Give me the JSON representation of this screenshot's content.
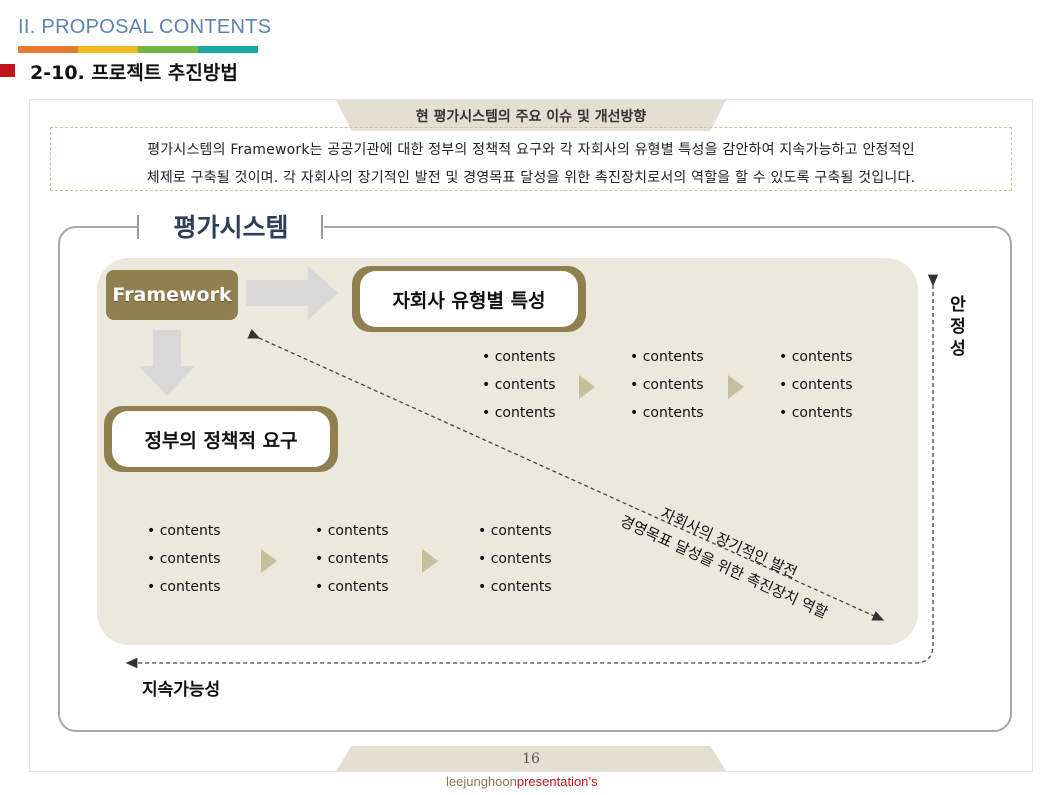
{
  "header": {
    "section_title": "II. PROPOSAL CONTENTS",
    "color_bar": [
      "#e87a2e",
      "#f3b820",
      "#74b643",
      "#1da7a3"
    ],
    "subtitle": "2-10. 프로젝트 추진방법",
    "subtitle_marker_color": "#c0161b"
  },
  "panel_tab": {
    "title": "현 평가시스템의 주요 이슈 및 개선방향"
  },
  "intro": {
    "line1": "평가시스템의 Framework는 공공기관에 대한 정부의 정책적 요구와 각 자회사의 유형별 특성을 감안하여 지속가능하고 안정적인",
    "line2": "체제로 구축될 것이며. 각 자회사의 장기적인 발전 및 경영목표 달성을 위한 촉진장치로서의  역할을 할 수 있도록 구축될 것입니다."
  },
  "diagram": {
    "system_title": "평가시스템",
    "framework_label": "Framework",
    "type_label": "자회사 유형별 특성",
    "policy_label": "정부의 정책적 요구",
    "diagonal_line1": "자회사의 장기적인 발전",
    "diagonal_line2": "경영목표 달성을 위한 촉진장치 역할",
    "stability_label": "안정성",
    "sustainability_label": "지속가능성",
    "type_contents": [
      [
        "• contents",
        "• contents",
        "• contents"
      ],
      [
        "• contents",
        "• contents",
        "• contents"
      ],
      [
        "• contents",
        "• contents",
        "• contents"
      ]
    ],
    "policy_contents": [
      [
        "• contents",
        "• contents",
        "• contents"
      ],
      [
        "• contents",
        "• contents",
        "• contents"
      ],
      [
        "• contents",
        "• contents",
        "• contents"
      ]
    ],
    "accent_color": "#90804f",
    "panel_color": "#ebe8de"
  },
  "footer": {
    "page_number": "16",
    "brand_part1": "leejunghoon",
    "brand_part2": "presentation’s",
    "brand_color1": "#8a7b44",
    "brand_color2": "#c0161b"
  }
}
